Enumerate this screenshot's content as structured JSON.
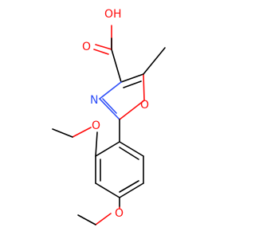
{
  "molecule": {
    "atoms": {
      "carboxyl_oh": "OH",
      "carbonyl_o": "O",
      "ring_o": "O",
      "ring_n": "N",
      "methoxy_o_ortho": "O",
      "methoxy_o_para": "O"
    },
    "colors": {
      "oxygen": "#ff0d0d",
      "nitrogen": "#3050f8",
      "bond": "#000000"
    }
  }
}
